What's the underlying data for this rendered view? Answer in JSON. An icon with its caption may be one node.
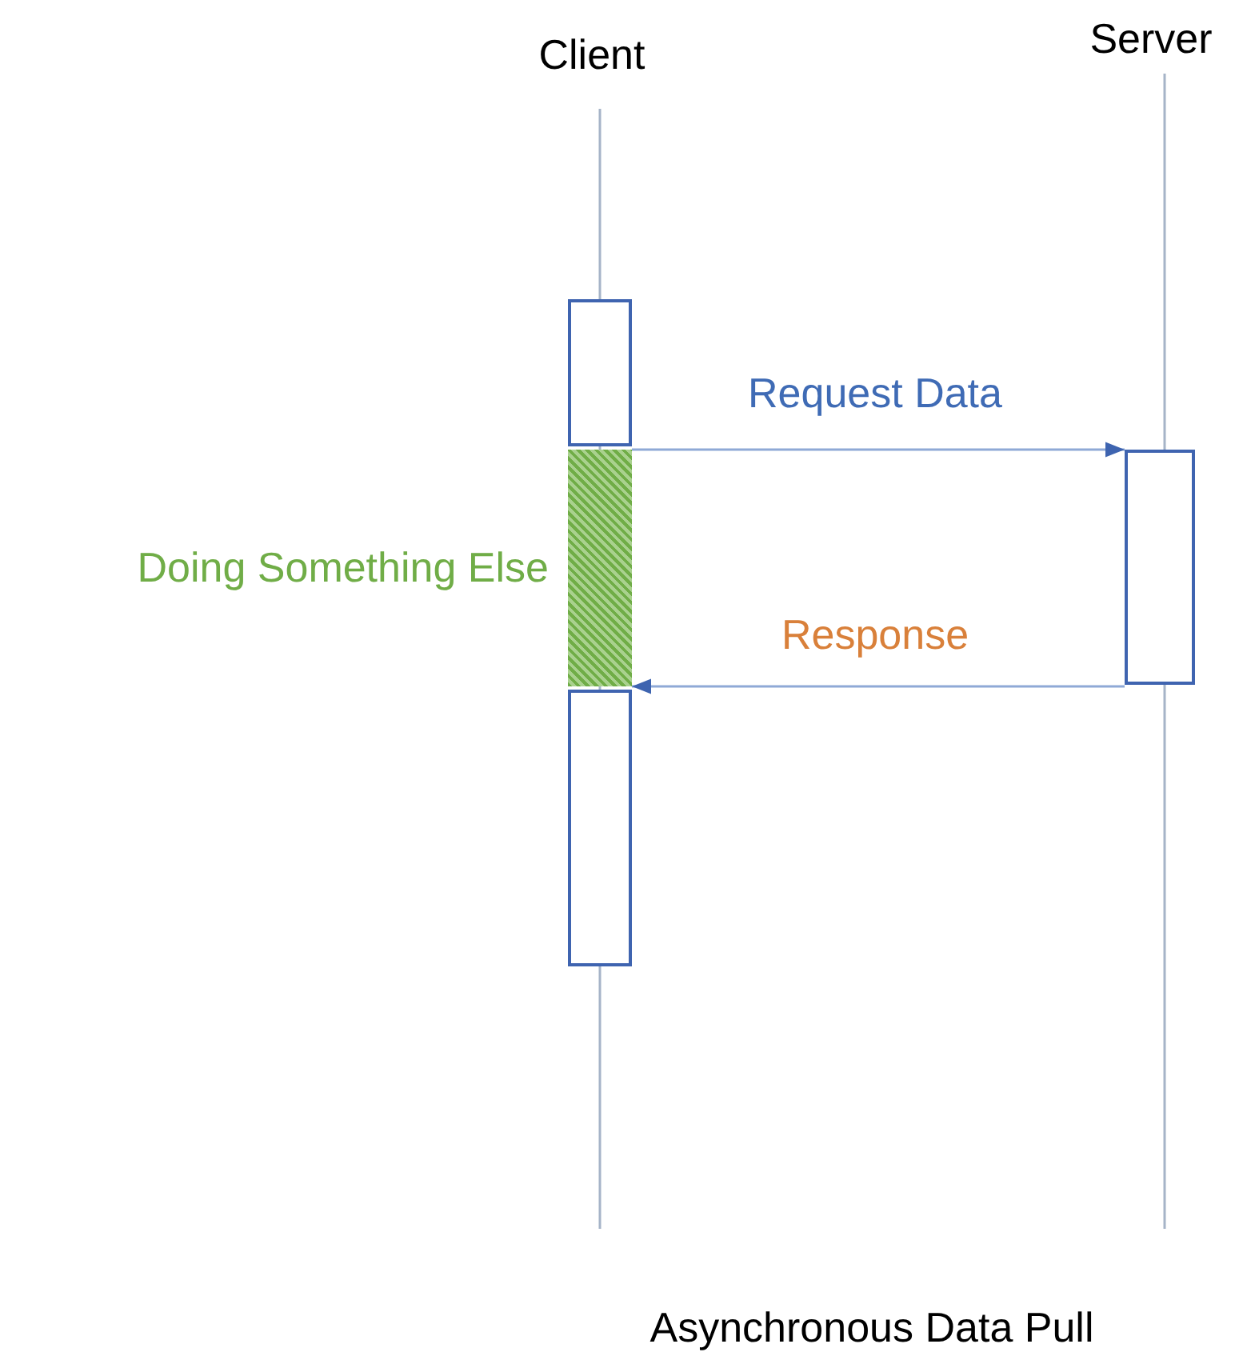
{
  "diagram": {
    "caption": "Asynchronous Data Pull",
    "nodes": [
      {
        "text": [
          "Client"
        ]
      },
      {
        "text": [
          "Server"
        ]
      },
      {
        "text": [],
        "shape": "box"
      },
      {
        "text": [],
        "shape": "bar",
        "beside": [
          "Doing Something Else"
        ]
      },
      {
        "text": [],
        "shape": "box"
      },
      {
        "text": [],
        "shape": "box"
      }
    ],
    "edges": [
      {
        "from": 2,
        "to": 4,
        "arrow": "to",
        "label": "Request Data"
      },
      {
        "from": 4,
        "to": 5,
        "arrow": "to",
        "label": "Response"
      }
    ]
  }
}
